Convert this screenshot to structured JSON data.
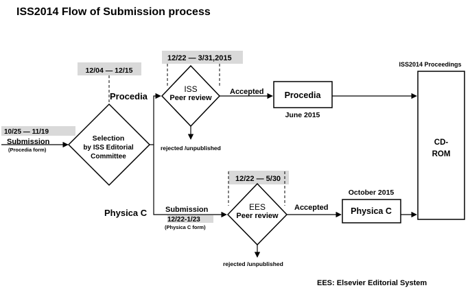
{
  "title": "ISS2014   Flow of Submission process",
  "submission": {
    "dates": "10/25 — 11/19",
    "label": "Submission",
    "form": "(Procedia form)"
  },
  "selection": {
    "line1": "Selection",
    "line2": "by ISS Editorial",
    "line3": "Committee",
    "dates": "12/04 — 12/15"
  },
  "procedia_branch": {
    "label": "Procedia",
    "review_dates": "12/22 — 3/31,2015",
    "review_line1": "ISS",
    "review_line2": "Peer review",
    "accepted": "Accepted",
    "rejected": "rejected /unpublished",
    "output": "Procedia",
    "output_date": "June 2015"
  },
  "physica_branch": {
    "label": "Physica C",
    "submission": "Submission",
    "submission_dates": "12/22-1/23",
    "submission_form": "(Physica C form)",
    "review_dates": "12/22 — 5/30",
    "review_line1": "EES",
    "review_line2": "Peer review",
    "accepted": "Accepted",
    "rejected": "rejected /unpublished",
    "output": "Physica C",
    "output_date": "October 2015"
  },
  "proceedings": {
    "label": "ISS2014 Proceedings",
    "line1": "CD-",
    "line2": "ROM"
  },
  "footnote": "EES: Elsevier Editorial System",
  "colors": {
    "date_box": "#d9d9d9",
    "line": "#000000"
  }
}
